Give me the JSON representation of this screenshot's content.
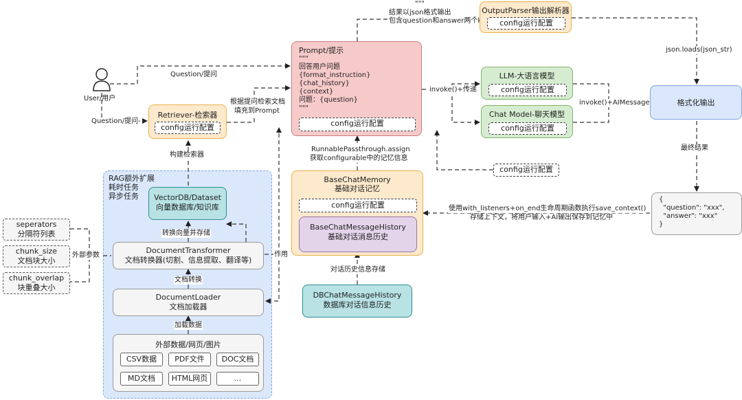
{
  "user": {
    "label": "User/用户"
  },
  "labels": {
    "question_top": "Question/提问",
    "question_left": "Question/提问-",
    "fill_prompt_1": "根据提问检索文档",
    "fill_prompt_2": "填充到Prompt",
    "build_retriever": "构建检索器",
    "convert_store": "转换向量并存储",
    "doc_convert": "文档转换",
    "load_data": "加载数据",
    "external_params": "外部参数",
    "effect": "作用",
    "json_out_1": "结果以json格式输出",
    "json_out_2": "包含question和answer两个key",
    "json_loads": "json.loads(json_str)",
    "invoke_pass": "invoke()+传递",
    "invoke_ai": "invoke()+AIMessage",
    "final_result": "最终结果",
    "runnable_1": "RunnablePassthrough.assign",
    "runnable_2": "获取configurable中的记忆信息",
    "listeners_1": "使用with_listeners+on_end生命周期函数执行save_context()",
    "listeners_2": "存储上下文，将用户输入+AI输出保存到记忆中",
    "history_store": "对话历史信息存储"
  },
  "config_label": "config运行配置",
  "retriever": {
    "title": "Retriever-检索器",
    "config": "config运行配置"
  },
  "prompt": {
    "title": "Prompt/提示",
    "lines": [
      "\"\"\"",
      "回答用户问题",
      "{format_instruction}",
      "{chat_history}",
      "{context}",
      "问题：{question}",
      "\"\"\""
    ],
    "config": "config运行配置"
  },
  "output_parser": {
    "title": "OutputParser输出解析器",
    "config": "config运行配置",
    "quote": "\"\"\""
  },
  "llm": {
    "title": "LLM-大语言模型",
    "config": "config运行配置"
  },
  "chat_model": {
    "title": "Chat Model-聊天模型",
    "config": "config运行配置"
  },
  "loose_config": "config运行配置",
  "format_output": {
    "title": "格式化输出"
  },
  "json_result": {
    "lines": [
      "{",
      "  \"question\": \"xxx\",",
      "  \"answer\": \"xxx\"",
      "}"
    ]
  },
  "memory": {
    "title": "BaseChatMemory",
    "subtitle": "基础对话记忆",
    "config": "config运行配置"
  },
  "msg_history": {
    "title": "BaseChatMessageHistory",
    "subtitle": "基础对话消息历史"
  },
  "db_history": {
    "title": "DBChatMessageHistory",
    "subtitle": "数据库对话信息历史"
  },
  "rag": {
    "lines": [
      "RAG额外扩展",
      "耗时任务",
      "异步任务"
    ]
  },
  "vectordb": {
    "title": "VectorDB/Dataset",
    "subtitle": "向量数据库/知识库"
  },
  "transformer": {
    "title": "DocumentTransformer",
    "subtitle": "文档转换器(切割、信息提取、翻译等)"
  },
  "loader": {
    "title": "DocumentLoader",
    "subtitle": "文档加载器"
  },
  "external_data": {
    "title": "外部数据/网页/图片",
    "items": [
      "CSV数据",
      "PDF文件",
      "DOC文档",
      "MD文档",
      "HTML网页",
      "..."
    ]
  },
  "params": [
    {
      "name": "seperators",
      "desc": "分隔符列表"
    },
    {
      "name": "chunk_size",
      "desc": "文档块大小"
    },
    {
      "name": "chunk_overlap",
      "desc": "块重叠大小"
    }
  ],
  "colors": {
    "orange": "#fde9cc",
    "green": "#d6ecd0",
    "blue": "#dbe8fb",
    "pink": "#f7caca",
    "teal": "#b8e2e4",
    "purple": "#e3d4ea",
    "grey": "#f5f5f5"
  }
}
